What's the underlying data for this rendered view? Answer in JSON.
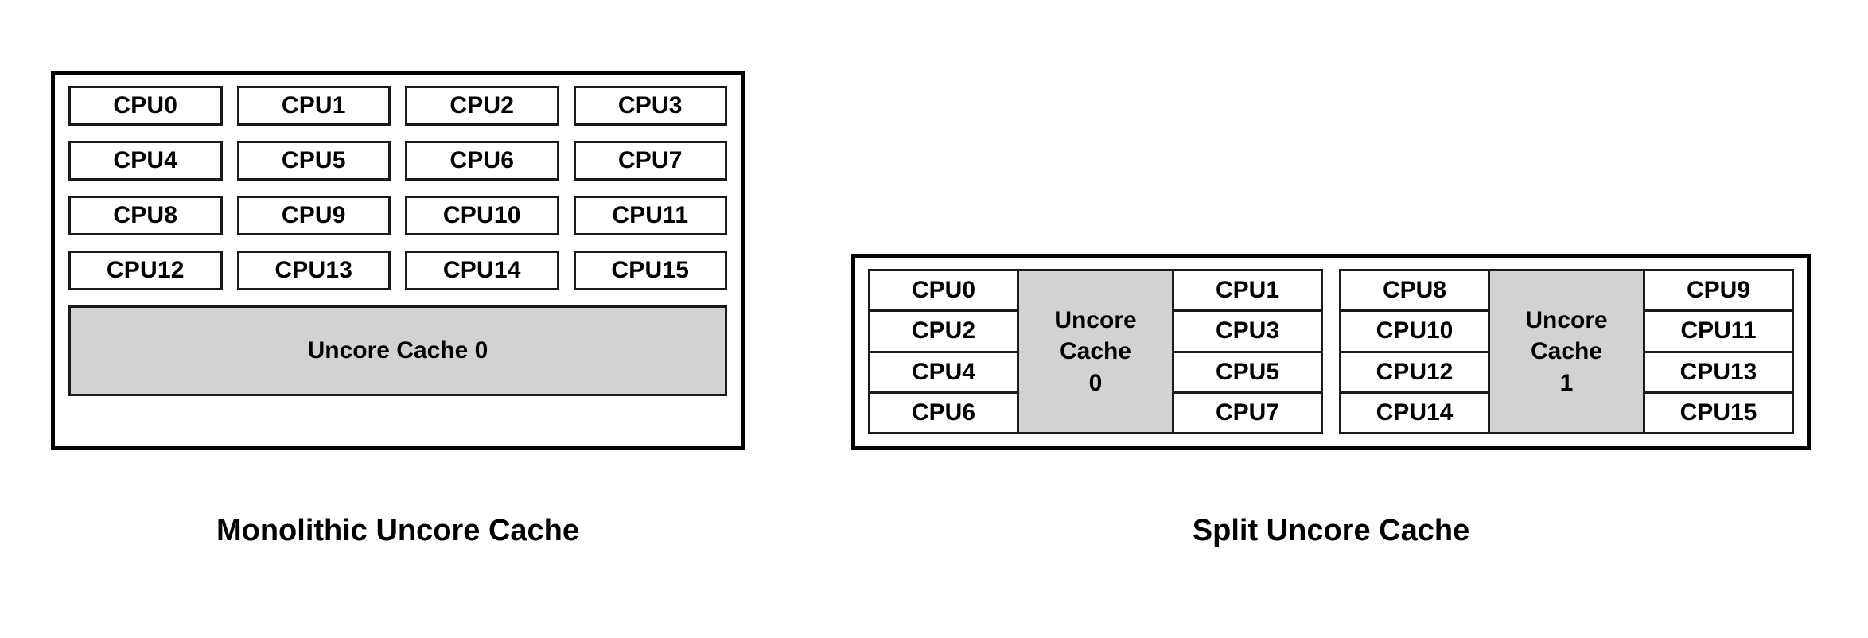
{
  "figure": {
    "title_left": "Monolithic Uncore Cache",
    "title_right": "Split Uncore Cache",
    "colors": {
      "cache_fill": "#d2d2d2",
      "box_stroke": "#1a1a1a",
      "panel_stroke": "#000000",
      "background": "#ffffff",
      "text": "#000000"
    }
  },
  "monolithic": {
    "caption": "Monolithic Uncore Cache",
    "cpus": [
      "CPU0",
      "CPU1",
      "CPU2",
      "CPU3",
      "CPU4",
      "CPU5",
      "CPU6",
      "CPU7",
      "CPU8",
      "CPU9",
      "CPU10",
      "CPU11",
      "CPU12",
      "CPU13",
      "CPU14",
      "CPU15"
    ],
    "cache": {
      "label": "Uncore Cache 0"
    }
  },
  "split": {
    "caption": "Split Uncore Cache",
    "groups": [
      {
        "left_column": [
          "CPU0",
          "CPU2",
          "CPU4",
          "CPU6"
        ],
        "cache_lines": [
          "Uncore",
          "Cache",
          "0"
        ],
        "cache_label": "Uncore Cache 0",
        "right_column": [
          "CPU1",
          "CPU3",
          "CPU5",
          "CPU7"
        ]
      },
      {
        "left_column": [
          "CPU8",
          "CPU10",
          "CPU12",
          "CPU14"
        ],
        "cache_lines": [
          "Uncore",
          "Cache",
          "1"
        ],
        "cache_label": "Uncore Cache 1",
        "right_column": [
          "CPU9",
          "CPU11",
          "CPU13",
          "CPU15"
        ]
      }
    ]
  }
}
